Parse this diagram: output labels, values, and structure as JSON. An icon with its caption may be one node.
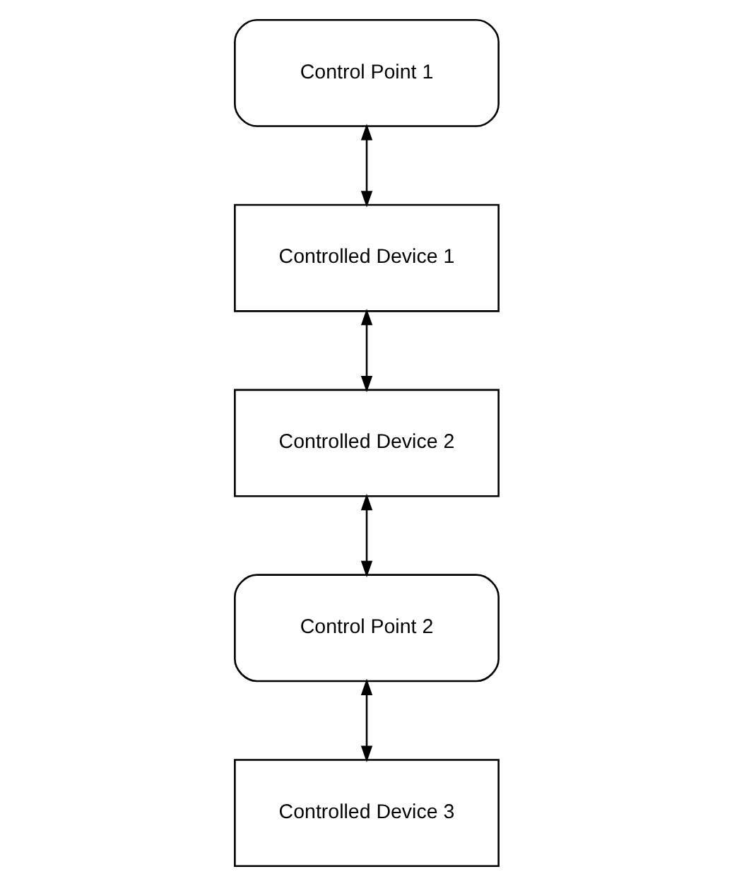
{
  "diagram": {
    "nodes": [
      {
        "text": [
          "Control Point 1"
        ]
      },
      {
        "text": [
          "Controlled Device 1"
        ]
      },
      {
        "text": [
          "Controlled Device 2"
        ]
      },
      {
        "text": [
          "Control Point 2"
        ]
      },
      {
        "text": [
          "Controlled Device 3"
        ]
      }
    ],
    "edges": [
      {
        "from": 0,
        "to": 1,
        "arrow": "both"
      },
      {
        "from": 1,
        "to": 2,
        "arrow": "both"
      },
      {
        "from": 2,
        "to": 3,
        "arrow": "both"
      },
      {
        "from": 3,
        "to": 4,
        "arrow": "both"
      }
    ]
  }
}
